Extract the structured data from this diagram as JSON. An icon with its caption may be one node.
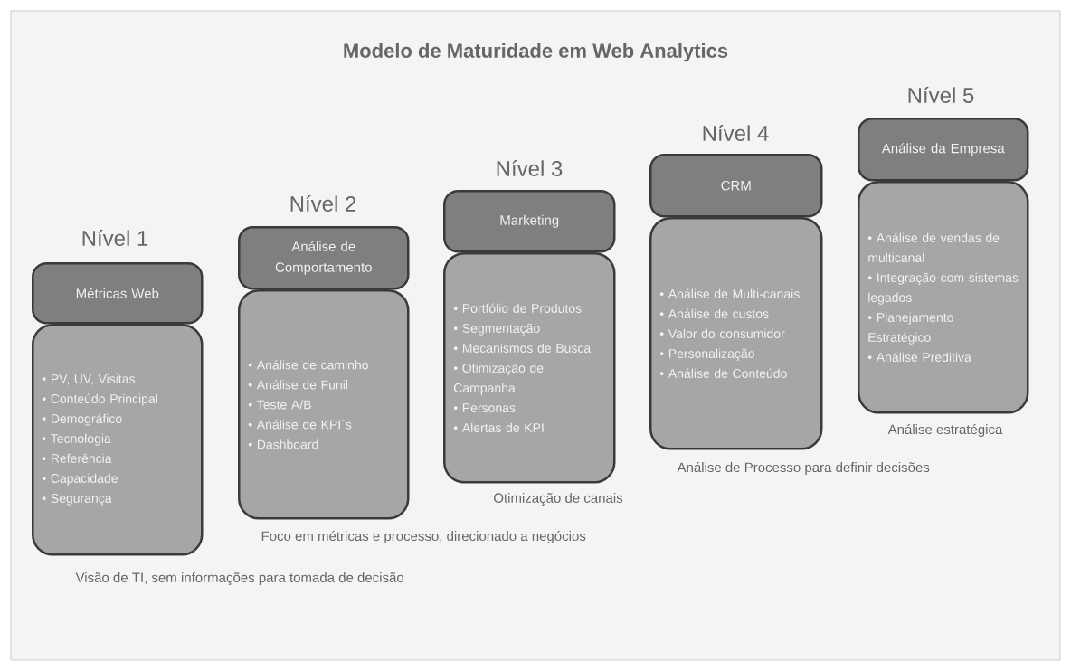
{
  "diagram": {
    "title": "Modelo de Maturidade em Web Analytics",
    "nodes": [
      {
        "text": [
          "Nível 1",
          "Métricas Web"
        ]
      },
      {
        "text": [
          "• PV, UV, Visitas",
          "• Conteúdo Principal",
          "• Demográfico",
          "• Tecnologia",
          "• Referência",
          "• Capacidade",
          "• Segurança"
        ],
        "beside": [
          "Visão de TI, sem informações para tomada de decisão"
        ]
      },
      {
        "text": [
          "Nível 2",
          "Análise de Comportamento"
        ]
      },
      {
        "text": [
          "• Análise de caminho",
          "• Análise de Funil",
          "• Teste A/B",
          "• Análise de KPI´s",
          "• Dashboard"
        ],
        "beside": [
          "Foco em métricas e processo, direcionado a negócios"
        ]
      },
      {
        "text": [
          "Nível 3",
          "Marketing"
        ]
      },
      {
        "text": [
          "• Portfólio de Produtos",
          "• Segmentação",
          "• Mecanismos de Busca",
          "• Otimização de Campanha",
          "• Personas",
          "• Alertas de KPI"
        ],
        "beside": [
          "Otimização de canais"
        ]
      },
      {
        "text": [
          "Nível 4",
          "CRM"
        ]
      },
      {
        "text": [
          "• Análise de Multi-canais",
          "• Análise de custos",
          "• Valor do consumidor",
          "• Personalização",
          "• Análise de Conteúdo"
        ],
        "beside": [
          "Análise de Processo para definir decisões"
        ]
      },
      {
        "text": [
          "Nível 5",
          "Análise da Empresa"
        ]
      },
      {
        "text": [
          "• Análise de vendas de multicanal",
          "• Integração com sistemas legados",
          "• Planejamento Estratégico",
          "• Análise Preditiva"
        ],
        "beside": [
          "Análise estratégica"
        ]
      }
    ]
  }
}
